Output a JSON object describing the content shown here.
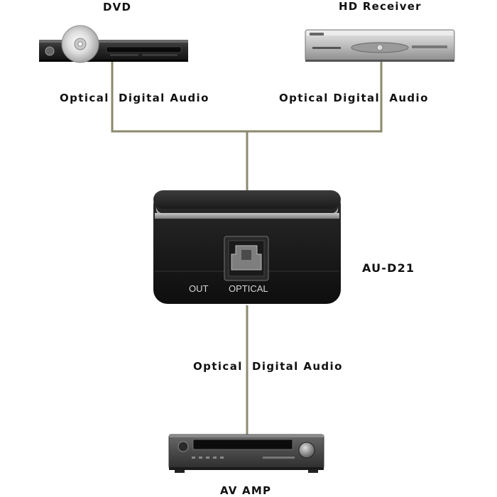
{
  "devices": {
    "dvd": {
      "label": "DVD"
    },
    "hd_receiver": {
      "label": "HD Receiver"
    },
    "converter": {
      "label": "AU-D21",
      "port_out": "OUT",
      "port_optical": "OPTICAL"
    },
    "av_amp": {
      "label": "AV AMP"
    }
  },
  "connections": {
    "dvd_link": "Optical  Digital Audio",
    "receiver_link": "Optical Digital  Audio",
    "amp_link": "Optical  Digital Audio"
  },
  "colors": {
    "cable": "#8c8a6e",
    "device_body": "#1e1e1e",
    "device_silver": "#a8a8a8"
  }
}
